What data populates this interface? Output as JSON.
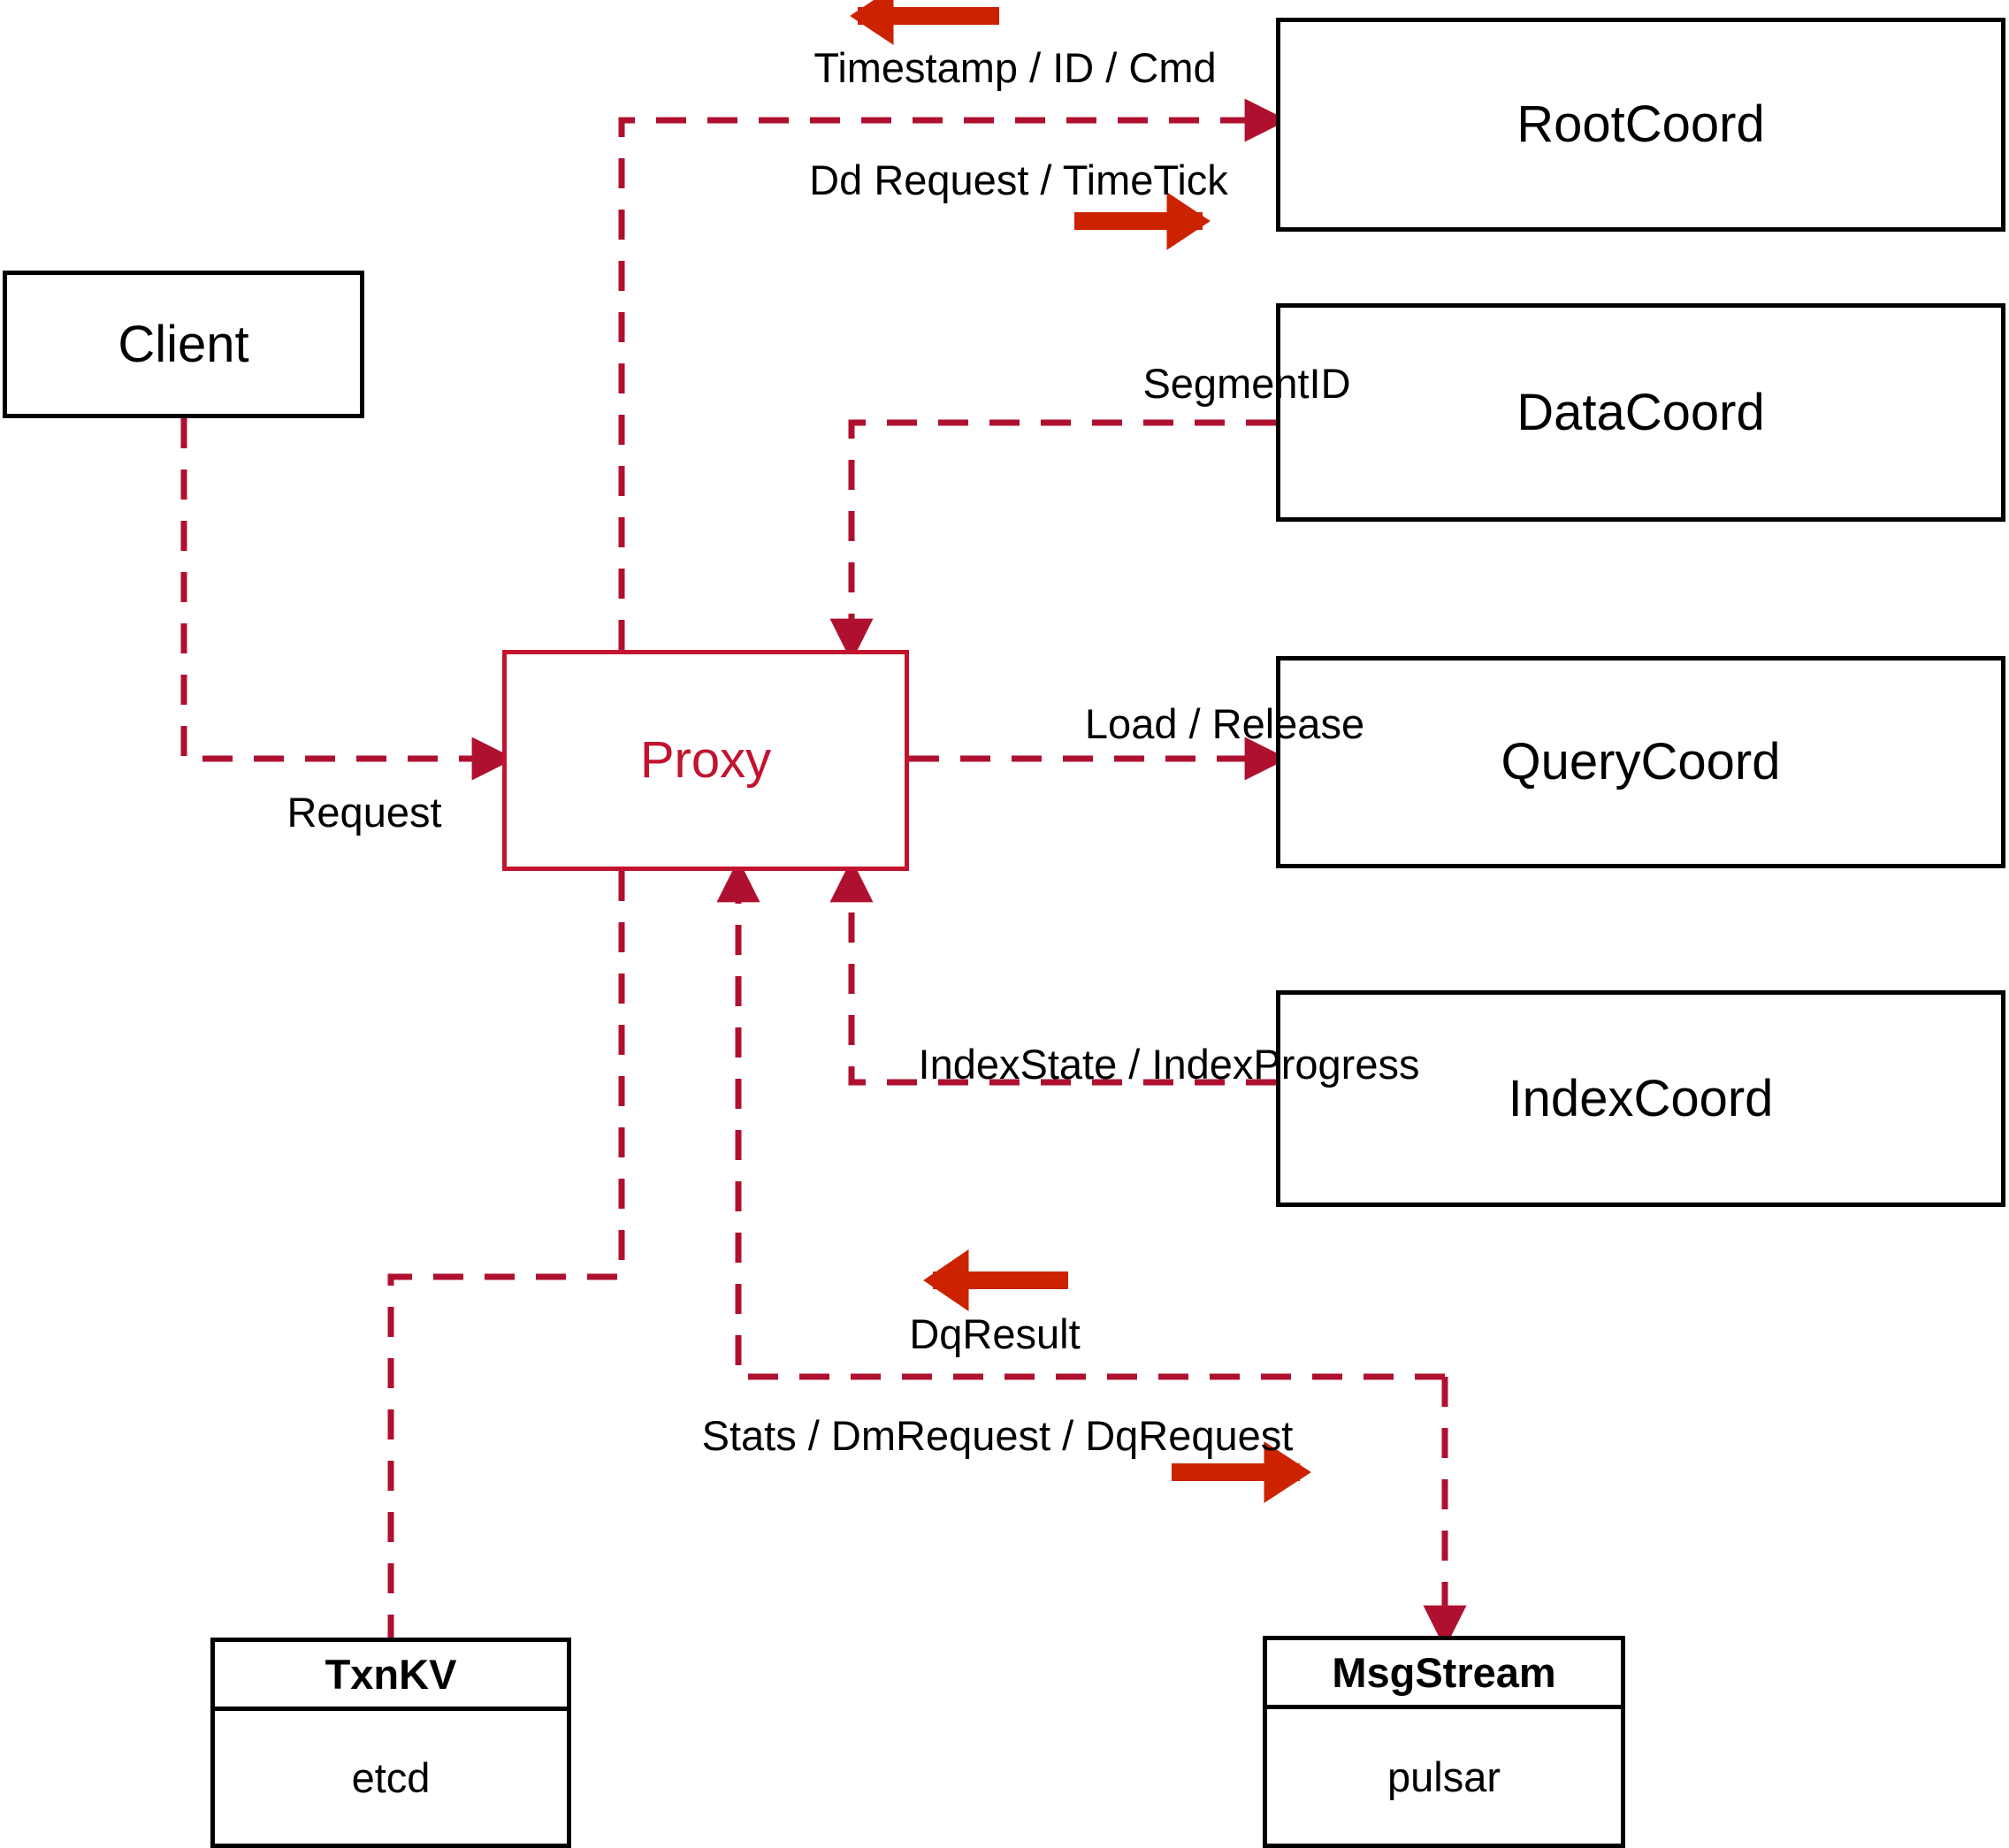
{
  "diagram": {
    "title": "Proxy component interaction diagram",
    "colors": {
      "edge_red": "#c2142f",
      "arrow_orange_red": "#cc2200",
      "node_border_black": "#000000",
      "proxy_border": "#c2142f",
      "proxy_text": "#c2142f",
      "background": "#ffffff"
    }
  },
  "nodes": {
    "client": {
      "label": "Client"
    },
    "proxy": {
      "label": "Proxy"
    },
    "root_coord": {
      "label": "RootCoord"
    },
    "data_coord": {
      "label": "DataCoord"
    },
    "query_coord": {
      "label": "QueryCoord"
    },
    "index_coord": {
      "label": "IndexCoord"
    },
    "txnkv": {
      "header": "TxnKV",
      "body": "etcd"
    },
    "msgstream": {
      "header": "MsgStream",
      "body": "pulsar"
    }
  },
  "edge_labels": {
    "timestamp_id_cmd": "Timestamp / ID / Cmd",
    "dd_request_timetick": "Dd Request / TimeTick",
    "segment_id": "SegmentID",
    "request": "Request",
    "load_release": "Load / Release",
    "index_state_progress": "IndexState / IndexProgress",
    "dq_result": "DqResult",
    "stats_dm_dq_request": "Stats / DmRequest / DqRequest"
  },
  "direction_markers": [
    {
      "name": "timestamp-id-cmd-direction",
      "direction": "left"
    },
    {
      "name": "dd-request-timetick-direction",
      "direction": "right"
    },
    {
      "name": "dq-result-direction",
      "direction": "left"
    },
    {
      "name": "stats-dm-dq-request-direction",
      "direction": "right"
    }
  ]
}
